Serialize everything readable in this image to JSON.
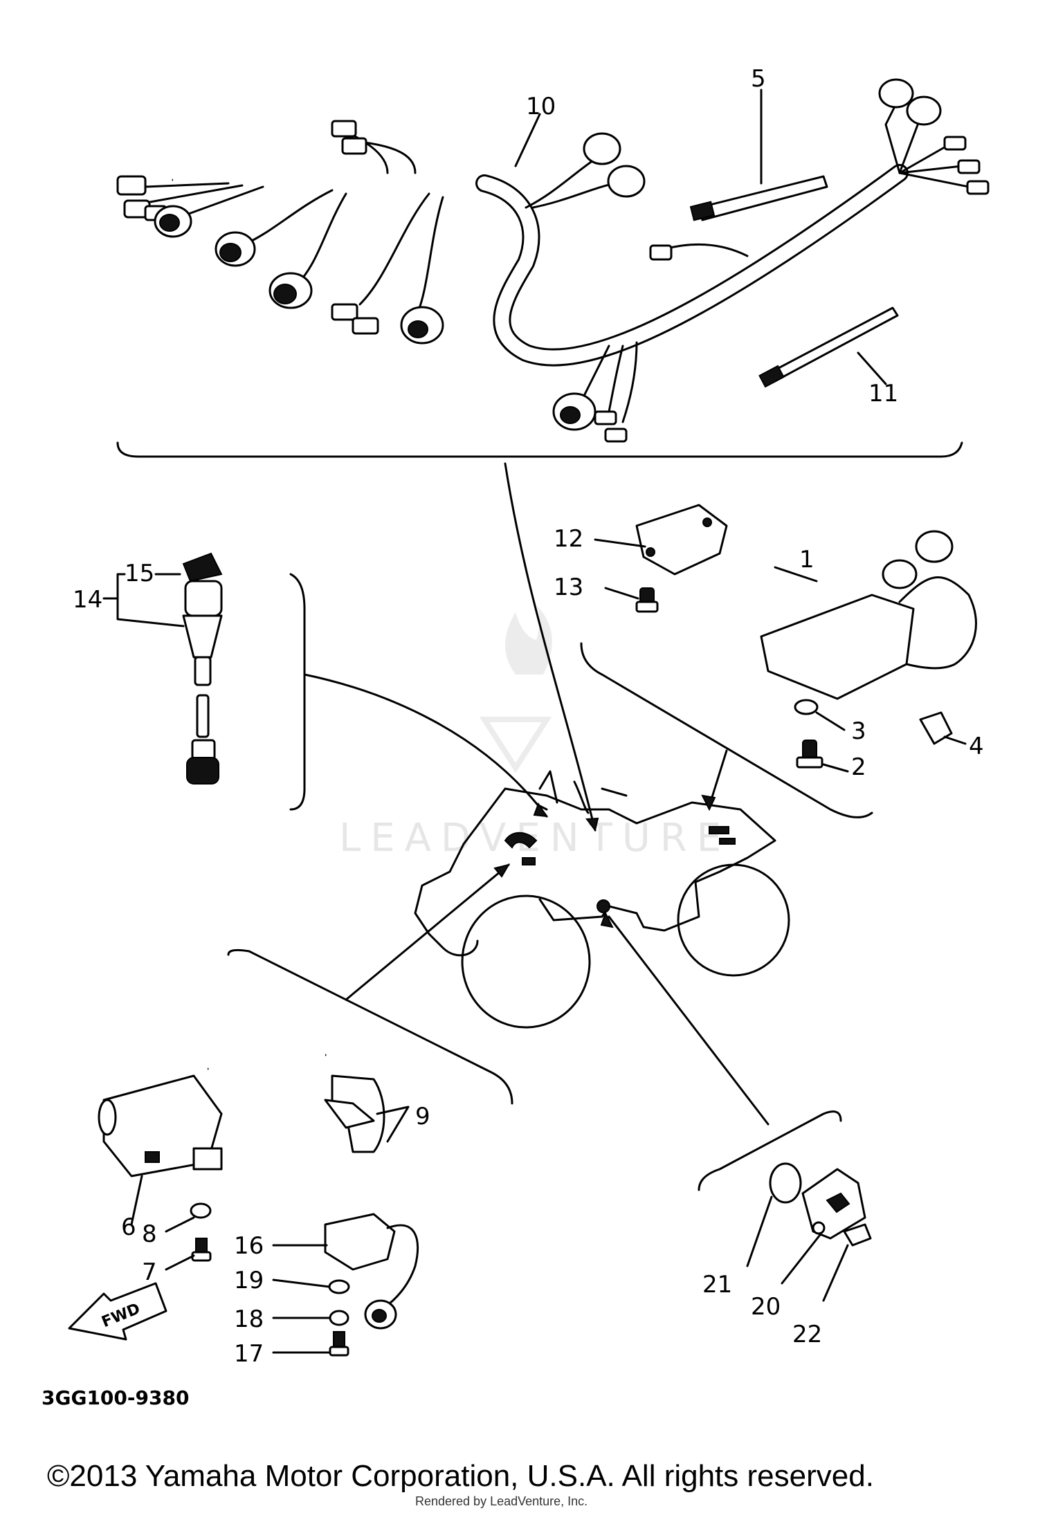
{
  "diagram": {
    "watermark": "LEADVENTURE",
    "part_code": "3GG100-9380",
    "fwd_label": "FWD",
    "callouts": {
      "c1": "1",
      "c2": "2",
      "c3": "3",
      "c4": "4",
      "c5": "5",
      "c6": "6",
      "c7": "7",
      "c8": "8",
      "c9": "9",
      "c10": "10",
      "c11": "11",
      "c12": "12",
      "c13": "13",
      "c14": "14",
      "c15": "15",
      "c16": "16",
      "c17": "17",
      "c18": "18",
      "c19": "19",
      "c20": "20",
      "c21": "21",
      "c22": "22"
    }
  },
  "footer": {
    "copyright": "©2013 Yamaha Motor Corporation, U.S.A. All rights reserved.",
    "renderer": "Rendered by LeadVenture, Inc."
  }
}
